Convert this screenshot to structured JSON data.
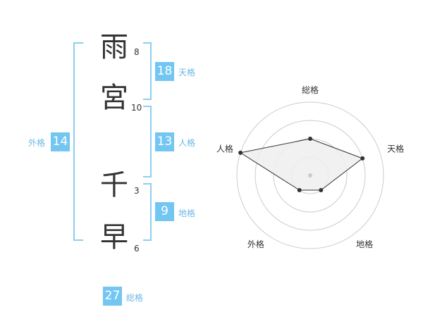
{
  "name": {
    "surname": [
      {
        "char": "雨",
        "strokes": "8"
      },
      {
        "char": "宮",
        "strokes": "10"
      }
    ],
    "given": [
      {
        "char": "千",
        "strokes": "3"
      },
      {
        "char": "早",
        "strokes": "6"
      }
    ]
  },
  "fortune": {
    "tenkaku": {
      "label": "天格",
      "value": "18"
    },
    "jinkaku": {
      "label": "人格",
      "value": "13"
    },
    "chikaku": {
      "label": "地格",
      "value": "9"
    },
    "gaikaku": {
      "label": "外格",
      "value": "14"
    },
    "soukaku": {
      "label": "総格",
      "value": "27"
    }
  },
  "chart_data": {
    "type": "radar",
    "axes": [
      "総格",
      "天格",
      "地格",
      "外格",
      "人格"
    ],
    "values": [
      2,
      3,
      1,
      1,
      4
    ],
    "max": 4,
    "rings": 4,
    "colors": {
      "fill": "#eeeeee",
      "line": "#333333",
      "ring": "#cccccc",
      "point": "#333333",
      "center": "#cccccc"
    }
  }
}
